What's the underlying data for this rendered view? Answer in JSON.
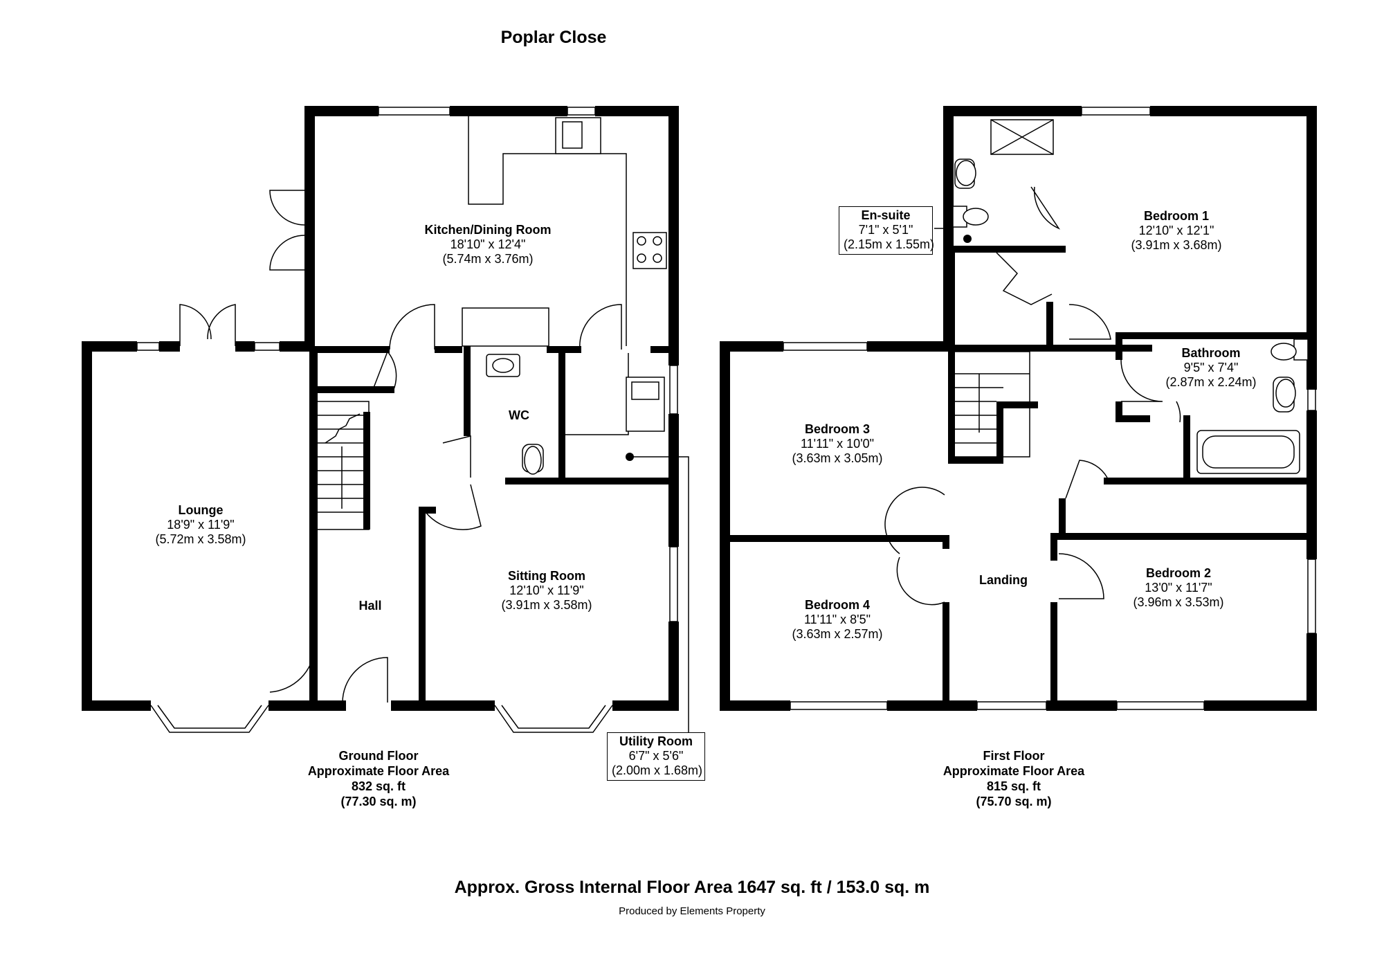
{
  "title": "Poplar Close",
  "rooms": {
    "kitchen": {
      "name": "Kitchen/Dining Room",
      "size_imperial": "18'10\" x 12'4\"",
      "size_metric": "(5.74m x 3.76m)"
    },
    "lounge": {
      "name": "Lounge",
      "size_imperial": "18'9\" x 11'9\"",
      "size_metric": "(5.72m x 3.58m)"
    },
    "wc": {
      "name": "WC"
    },
    "hall": {
      "name": "Hall"
    },
    "sitting": {
      "name": "Sitting Room",
      "size_imperial": "12'10\" x 11'9\"",
      "size_metric": "(3.91m x 3.58m)"
    },
    "utility": {
      "name": "Utility Room",
      "size_imperial": "6'7\" x 5'6\"",
      "size_metric": "(2.00m x 1.68m)"
    },
    "ensuite": {
      "name": "En-suite",
      "size_imperial": "7'1\" x 5'1\"",
      "size_metric": "(2.15m x 1.55m)"
    },
    "bedroom1": {
      "name": "Bedroom 1",
      "size_imperial": "12'10\" x 12'1\"",
      "size_metric": "(3.91m x 3.68m)"
    },
    "bathroom": {
      "name": "Bathroom",
      "size_imperial": "9'5\" x 7'4\"",
      "size_metric": "(2.87m x 2.24m)"
    },
    "bedroom3": {
      "name": "Bedroom 3",
      "size_imperial": "11'11\" x 10'0\"",
      "size_metric": "(3.63m x 3.05m)"
    },
    "bedroom4": {
      "name": "Bedroom 4",
      "size_imperial": "11'11\" x 8'5\"",
      "size_metric": "(3.63m x 2.57m)"
    },
    "landing": {
      "name": "Landing"
    },
    "bedroom2": {
      "name": "Bedroom 2",
      "size_imperial": "13'0\" x 11'7\"",
      "size_metric": "(3.96m x 3.53m)"
    }
  },
  "ground_floor": {
    "line1": "Ground Floor",
    "line2": "Approximate Floor Area",
    "line3": "832 sq. ft",
    "line4": "(77.30 sq. m)"
  },
  "first_floor": {
    "line1": "First Floor",
    "line2": "Approximate Floor Area",
    "line3": "815 sq. ft",
    "line4": "(75.70 sq. m)"
  },
  "gross_area": "Approx. Gross Internal Floor Area 1647 sq. ft / 153.0 sq. m",
  "credit": "Produced by Elements Property"
}
